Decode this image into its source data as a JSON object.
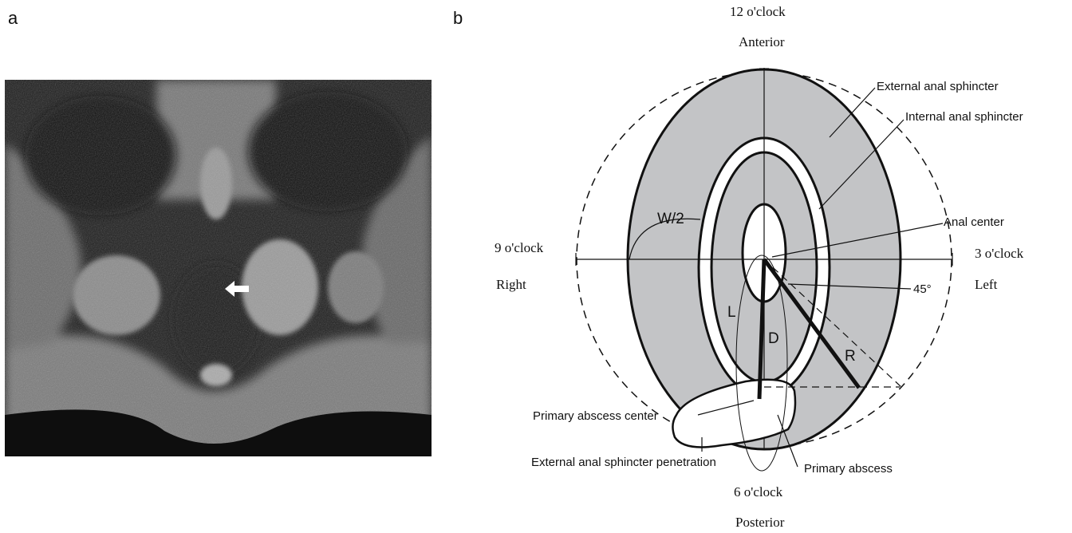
{
  "panels": {
    "a": "a",
    "b": "b"
  },
  "mri": {
    "arrow_icon": "left-arrow"
  },
  "diagram": {
    "clock_top": "12 o'clock",
    "clock_top_sub": "Anterior",
    "clock_left": "9 o'clock",
    "clock_left_sub": "Right",
    "clock_right": "3 o'clock",
    "clock_right_sub": "Left",
    "clock_bottom": "6 o'clock",
    "clock_bottom_sub": "Posterior",
    "label_external_sphincter": "External anal sphincter",
    "label_internal_sphincter": "Internal anal sphincter",
    "label_anal_center": "Anal center",
    "label_angle": "45°",
    "label_primary_abscess_center": "Primary abscess center",
    "label_external_penetration": "External anal sphincter penetration",
    "label_primary_abscess": "Primary abscess",
    "label_w2": "W/2",
    "label_l": "L",
    "label_d": "D",
    "label_r": "R",
    "colors": {
      "sphincter_fill": "#c3c4c6",
      "outline": "#111111"
    }
  }
}
